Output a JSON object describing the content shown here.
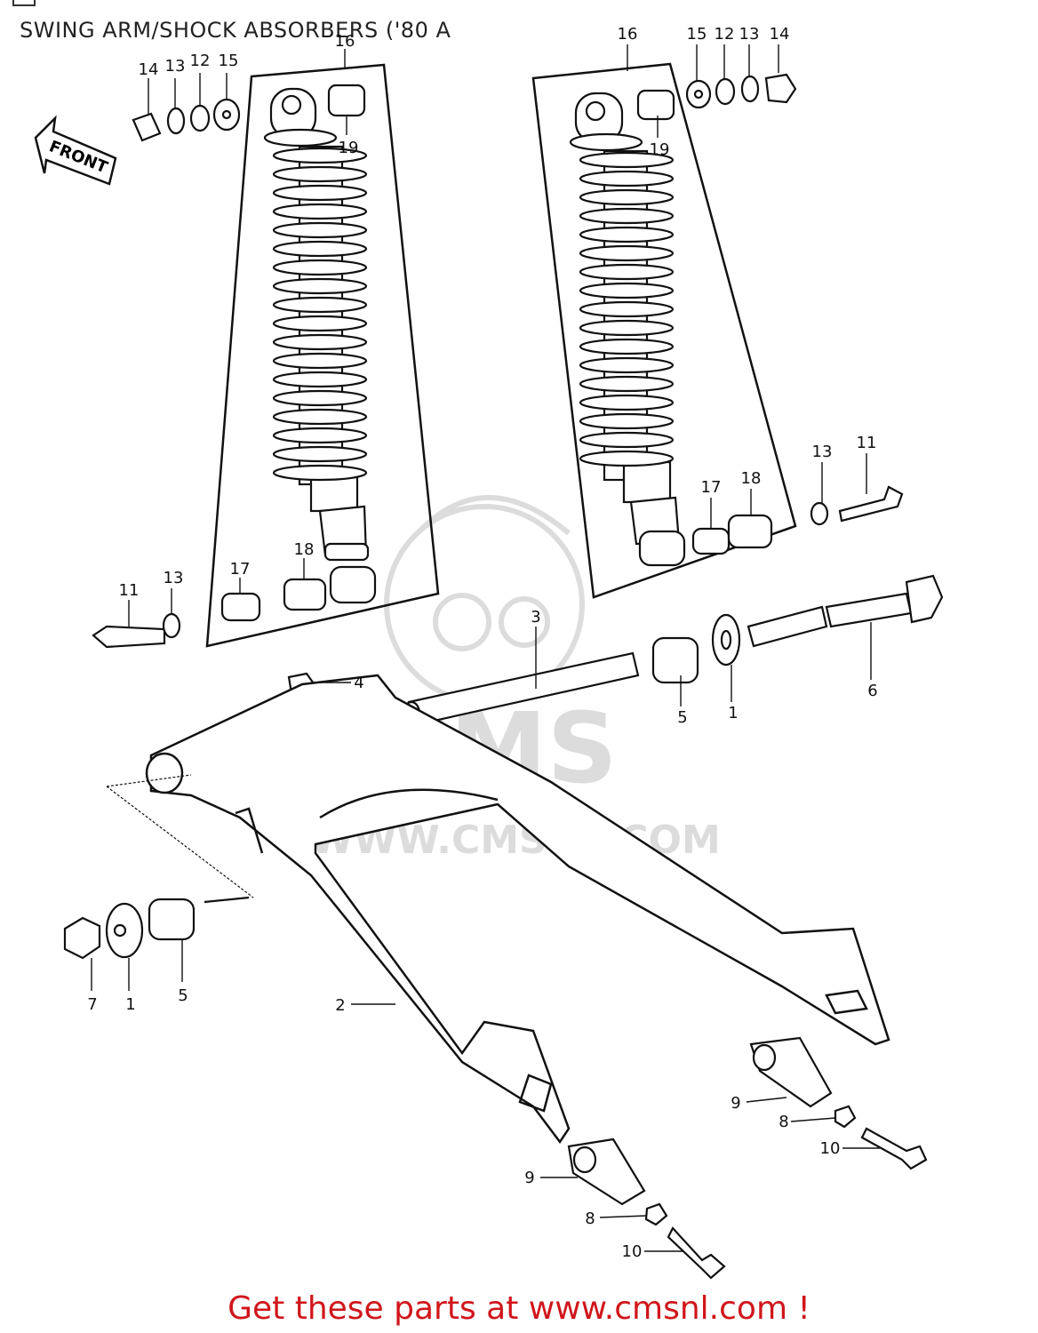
{
  "header": {
    "title": "SWING ARM/SHOCK ABSORBERS ('80 A"
  },
  "footer": {
    "cta": "Get these parts at www.cmsnl.com !"
  },
  "direction_label": "FRONT",
  "watermark": {
    "brand": "CMS",
    "site": "WWW.CMSNL.COM"
  },
  "callouts": {
    "l14": "14",
    "l13": "13",
    "l12": "12",
    "l15": "15",
    "l16": "16",
    "l19": "19",
    "l17": "17",
    "l18": "18",
    "l11": "11",
    "l13b": "13",
    "r16": "16",
    "r15": "15",
    "r12": "12",
    "r13": "13",
    "r14": "14",
    "r19": "19",
    "r17": "17",
    "r18": "18",
    "r13b": "13",
    "r11": "11",
    "p3": "3",
    "p4": "4",
    "p5": "5",
    "p1": "1",
    "p6": "6",
    "b7": "7",
    "b1": "1",
    "b5": "5",
    "p2": "2",
    "r9": "9",
    "r8": "8",
    "r10": "10",
    "c9": "9",
    "c8": "8",
    "c10": "10"
  },
  "colors": {
    "ink": "#111111",
    "footer": "#d0161b",
    "watermark": "#d9d9d9"
  }
}
